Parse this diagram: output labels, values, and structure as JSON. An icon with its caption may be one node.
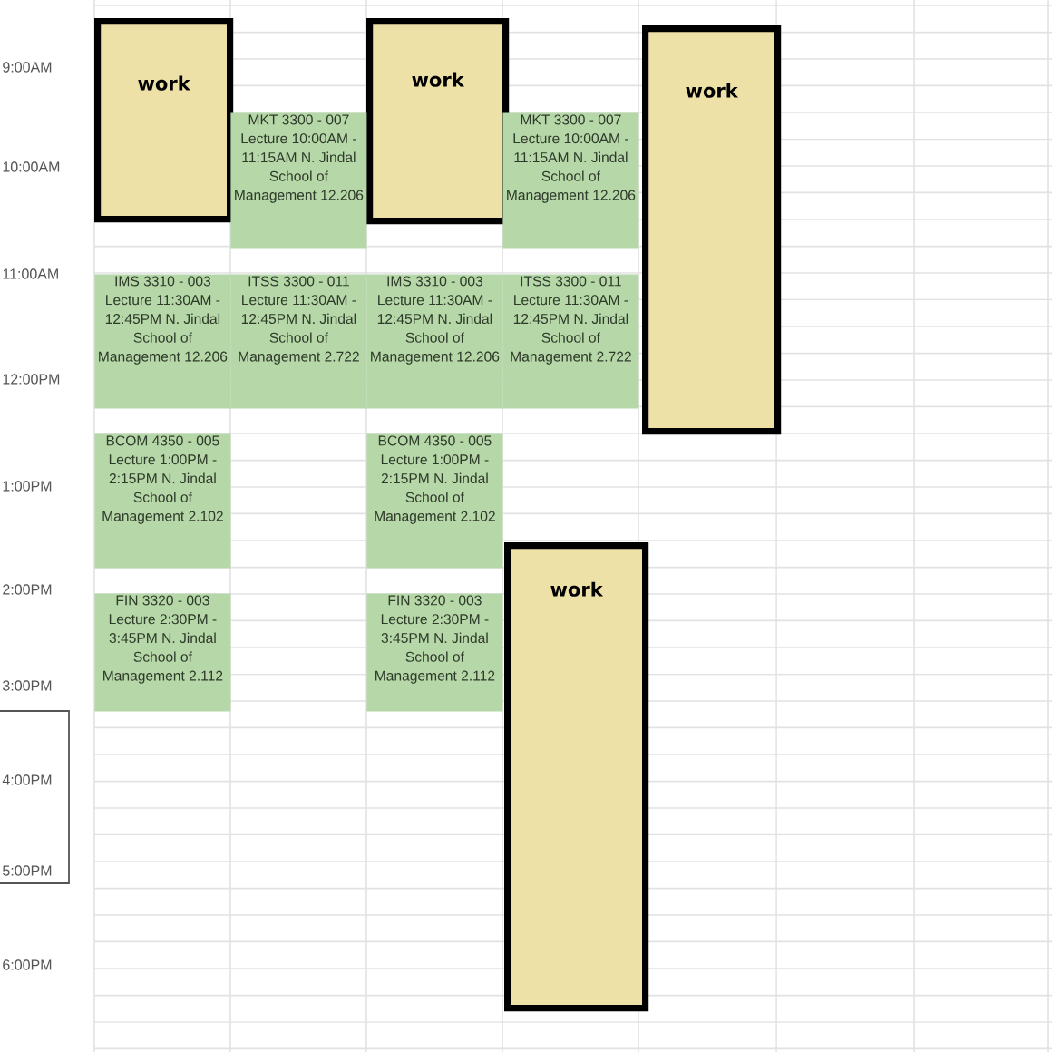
{
  "diagram": {
    "nodes": [
      {
        "text": [
          "work"
        ]
      },
      {
        "text": [
          "work"
        ]
      },
      {
        "text": [
          "work"
        ]
      },
      {
        "text": [
          "MKT 3300 - 007 Lecture 10:00AM - 11:15AM N. Jindal School of Management 12.206"
        ]
      },
      {
        "text": [
          "MKT 3300 - 007 Lecture 10:00AM - 11:15AM N. Jindal School of Management 12.206"
        ]
      },
      {
        "text": [
          "IMS 3310 - 003 Lecture 11:30AM - 12:45PM N. Jindal School of Management 12.206"
        ]
      },
      {
        "text": [
          "ITSS 3300 - 011 Lecture 11:30AM - 12:45PM N. Jindal School of Management 2.722"
        ]
      },
      {
        "text": [
          "IMS 3310 - 003 Lecture 11:30AM - 12:45PM N. Jindal School of Management 12.206"
        ]
      },
      {
        "text": [
          "ITSS 3300 - 011 Lecture 11:30AM - 12:45PM N. Jindal School of Management 2.722"
        ]
      },
      {
        "text": [
          "BCOM 4350 - 005 Lecture 1:00PM - 2:15PM N. Jindal School of Management 2.102"
        ]
      },
      {
        "text": [
          "BCOM 4350 - 005 Lecture 1:00PM - 2:15PM N. Jindal School of Management 2.102"
        ]
      },
      {
        "text": [
          "FIN 3320 - 003 Lecture 2:30PM - 3:45PM N. Jindal School of Management 2.112"
        ]
      },
      {
        "text": [
          "FIN 3320 - 003 Lecture 2:30PM - 3:45PM N. Jindal School of Management 2.112"
        ]
      },
      {
        "text": [
          "work"
        ]
      }
    ],
    "labels": [
      "9:00AM",
      "10:00AM",
      "11:00AM",
      "12:00PM",
      "1:00PM",
      "2:00PM",
      "3:00PM",
      "4:00PM",
      "5:00PM",
      "6:00PM"
    ]
  }
}
